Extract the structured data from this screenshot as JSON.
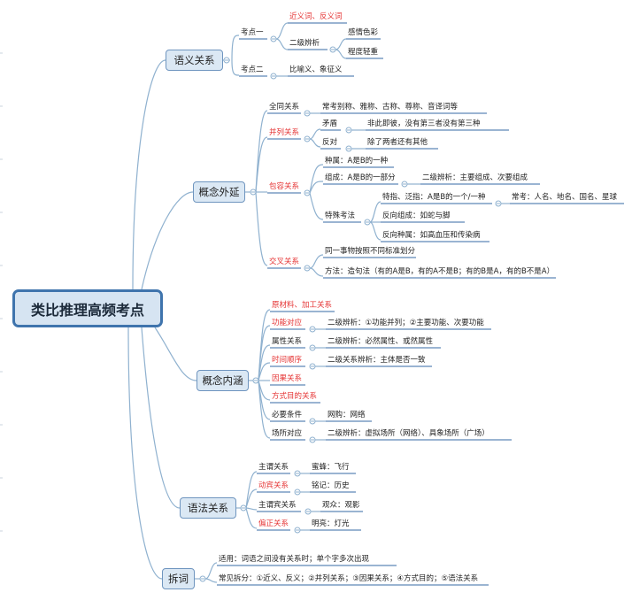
{
  "root": "类比推理高频考点",
  "sections": {
    "s1": "语义关系",
    "s2": "概念外延",
    "s3": "概念内涵",
    "s4": "语法关系",
    "s5": "拆词"
  },
  "s1": {
    "kd1": "考点一",
    "kd1_red": "近义词、反义词",
    "kd1_sub": "二级辨析",
    "kd1_sub_a": "感情色彩",
    "kd1_sub_b": "程度轻重",
    "kd2": "考点二",
    "kd2_leaf": "比喻义、象征义"
  },
  "s2": {
    "quantong": "全同关系",
    "quantong_leaf": "常考别称、雅称、古称、尊称、音译词等",
    "binglie": "并列关系",
    "maodun": "矛盾",
    "maodun_leaf": "非此即彼，没有第三者没有第三种",
    "fandui": "反对",
    "fandui_leaf": "除了两者还有其他",
    "baorong": "包容关系",
    "zhongshu": "种属：A是B的一种",
    "zucheng": "组成：A是B的一部分",
    "zucheng_leaf": "二级辨析：主要组成、次要组成",
    "teshu": "特殊考法",
    "tezhi": "特指、泛指：A是B的一个/一种",
    "tezhi_leaf": "常考：人名、地名、国名、星球",
    "fanxiang_zucheng": "反向组成：如蛇与脚",
    "fanxiang_zhongshu": "反向种属：如高血压和传染病",
    "jiaocha": "交叉关系",
    "jiaocha_a": "同一事物按照不同标准划分",
    "jiaocha_b": "方法：造句法（有的A是B，有的A不是B；有的B是A，有的B不是A）"
  },
  "s3": {
    "yuancailiao": "原材料、加工关系",
    "gongneng": "功能对应",
    "gongneng_leaf": "二级辨析：①功能并列；②主要功能、次要功能",
    "shuxing": "属性关系",
    "shuxing_leaf": "二级辨析：必然属性、或然属性",
    "shijian": "时间顺序",
    "shijian_leaf": "二级关系辨析：主体是否一致",
    "yinguo": "因果关系",
    "fangshi": "方式目的关系",
    "biyao": "必要条件",
    "biyao_leaf": "网购：网络",
    "changsuo": "场所对应",
    "changsuo_leaf": "二级辨析：虚拟场所（网络）、具象场所（广场）"
  },
  "s4": {
    "zhuwei": "主谓关系",
    "zhuwei_leaf": "蜜蜂：飞行",
    "dongbin": "动宾关系",
    "dongbin_leaf": "铭记：历史",
    "zhuweibin": "主谓宾关系",
    "zhuweibin_leaf": "观众：观影",
    "pianzheng": "偏正关系",
    "pianzheng_leaf": "明亮：灯光"
  },
  "s5": {
    "shiyong": "适用：词语之间没有关系时；单个字多次出现",
    "changjian": "常见拆分：①近义、反义；②并列关系；③因果关系；④方式目的；⑤语法关系"
  },
  "colors": {
    "edge": "#8fb1cf",
    "underline": "#5d88b8",
    "box_fill": "#dbe8f4",
    "root_border": "#3f74ad",
    "red_text": "#e53232"
  }
}
